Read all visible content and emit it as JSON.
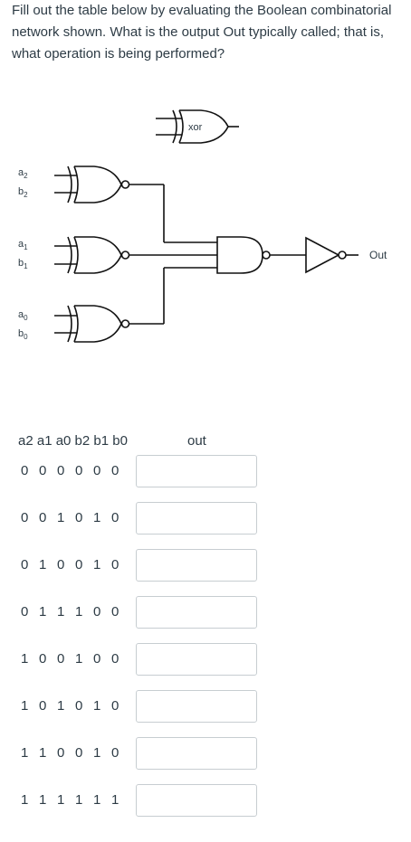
{
  "question": "Fill out the table below by evaluating the Boolean combinatorial network shown. What is the output Out typically called; that is, what operation is being performed?",
  "circuit": {
    "legend_label": "xor",
    "inputs": [
      {
        "a": "a2",
        "b": "b2"
      },
      {
        "a": "a1",
        "b": "b1"
      },
      {
        "a": "a0",
        "b": "b0"
      }
    ],
    "output_label": "Out"
  },
  "table": {
    "header_inputs": "a2 a1 a0 b2 b1 b0",
    "header_output": "out",
    "rows": [
      {
        "bits": [
          "0",
          "0",
          "0",
          "0",
          "0",
          "0"
        ],
        "answer": ""
      },
      {
        "bits": [
          "0",
          "0",
          "1",
          "0",
          "1",
          "0"
        ],
        "answer": ""
      },
      {
        "bits": [
          "0",
          "1",
          "0",
          "0",
          "1",
          "0"
        ],
        "answer": ""
      },
      {
        "bits": [
          "0",
          "1",
          "1",
          "1",
          "0",
          "0"
        ],
        "answer": ""
      },
      {
        "bits": [
          "1",
          "0",
          "0",
          "1",
          "0",
          "0"
        ],
        "answer": ""
      },
      {
        "bits": [
          "1",
          "0",
          "1",
          "0",
          "1",
          "0"
        ],
        "answer": ""
      },
      {
        "bits": [
          "1",
          "1",
          "0",
          "0",
          "1",
          "0"
        ],
        "answer": ""
      },
      {
        "bits": [
          "1",
          "1",
          "1",
          "1",
          "1",
          "1"
        ],
        "answer": ""
      }
    ]
  }
}
